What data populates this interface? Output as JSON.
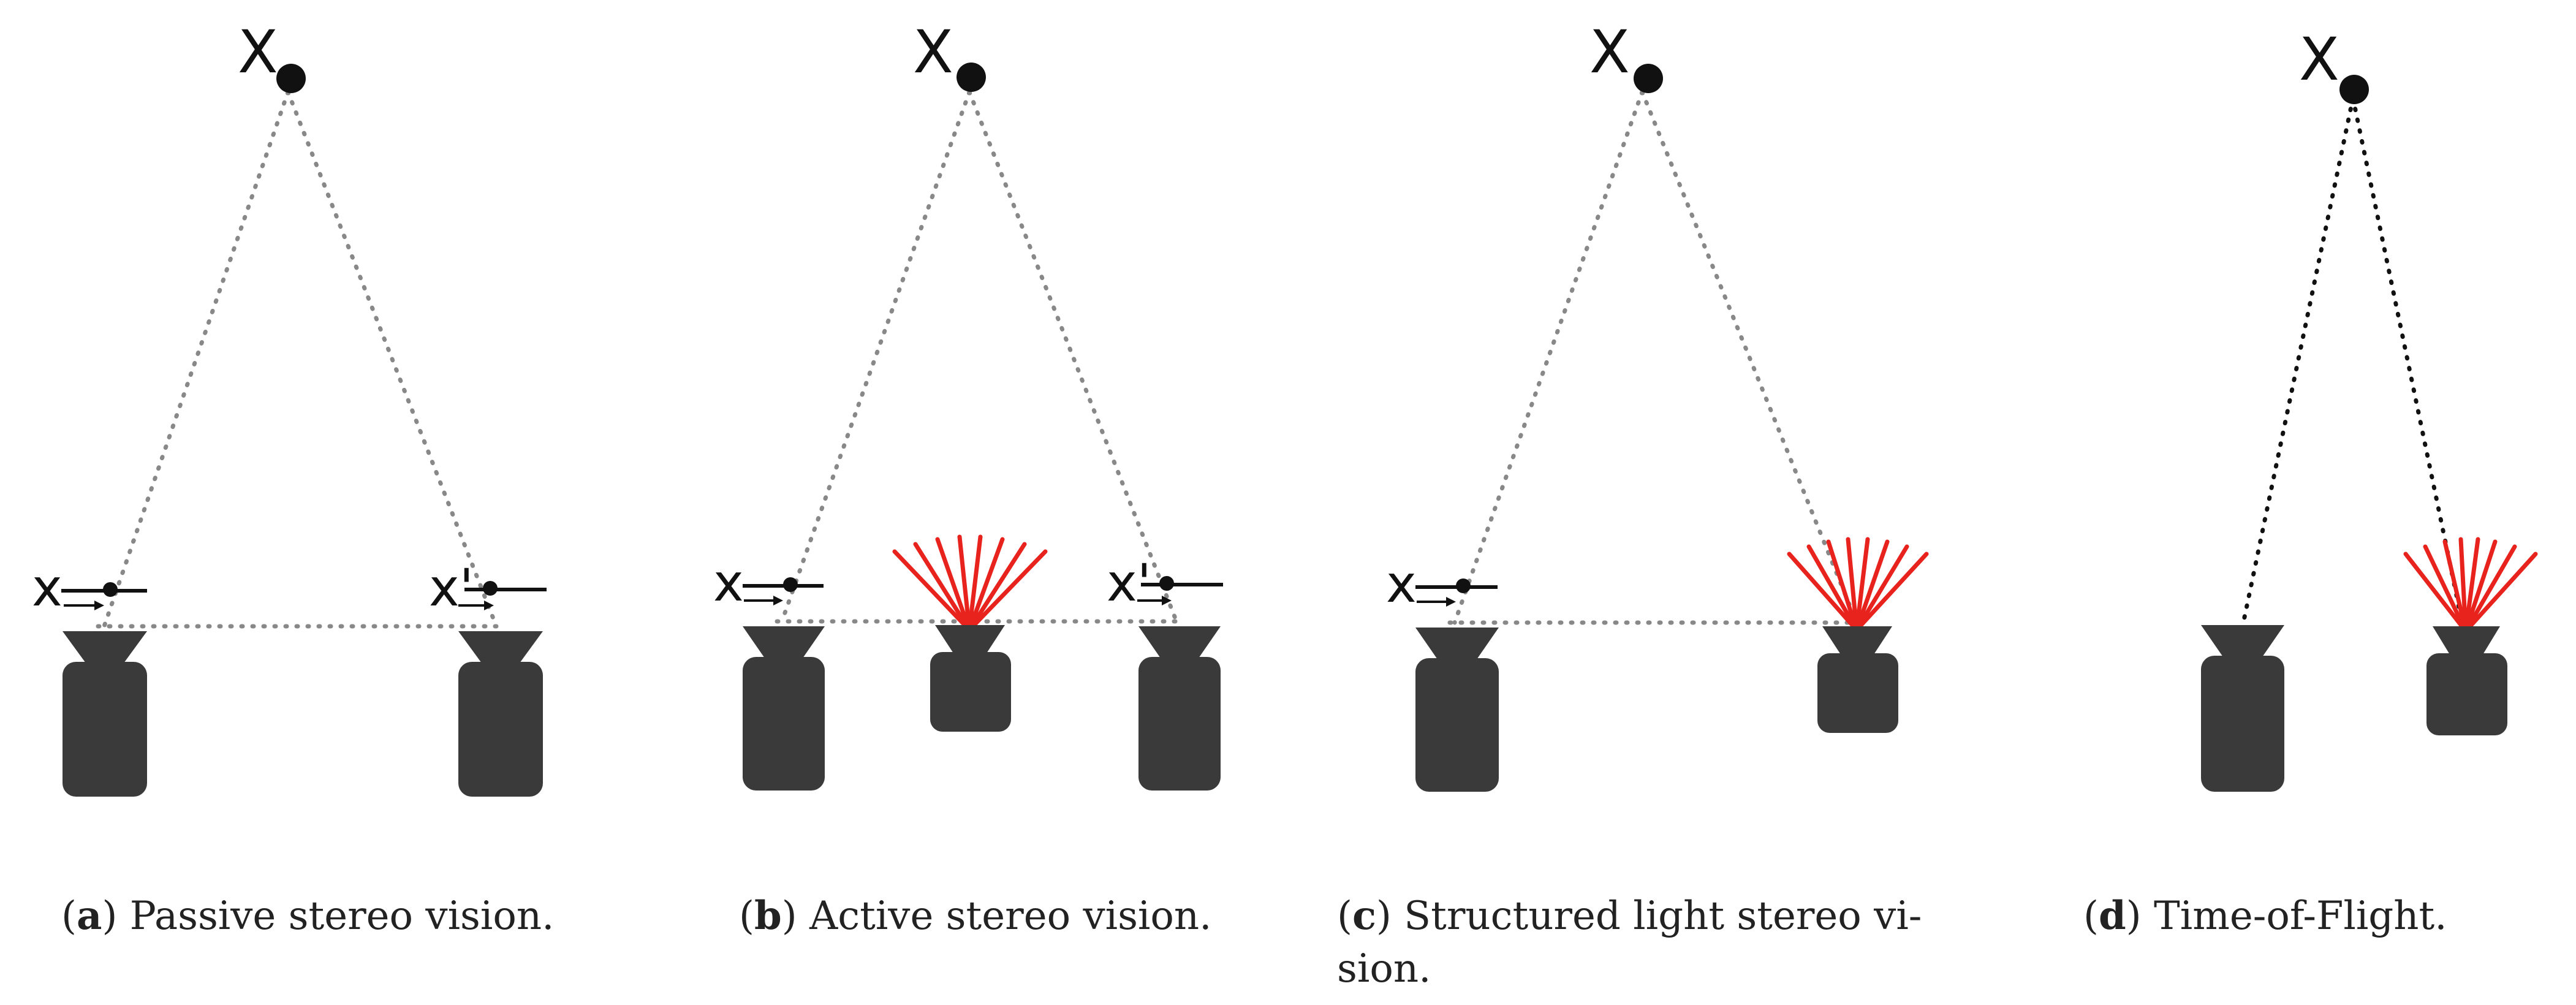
{
  "captions": {
    "a": {
      "letter": "a",
      "text": ") Passive stereo vision."
    },
    "b": {
      "letter": "b",
      "text": ") Active stereo vision."
    },
    "c": {
      "letter": "c",
      "text_line1": ") Structured light stereo vi-",
      "text_line2": "sion."
    },
    "d": {
      "letter": "d",
      "text": ") Time-of-Flight."
    }
  },
  "labels": {
    "point_3d": "X",
    "image_point_left": "x",
    "image_point_right": "x'"
  },
  "colors": {
    "device": "#3a3a3a",
    "ray_gray": "#888888",
    "ray_black": "#111111",
    "projector_rays": "#e8231d",
    "text": "#111111"
  }
}
